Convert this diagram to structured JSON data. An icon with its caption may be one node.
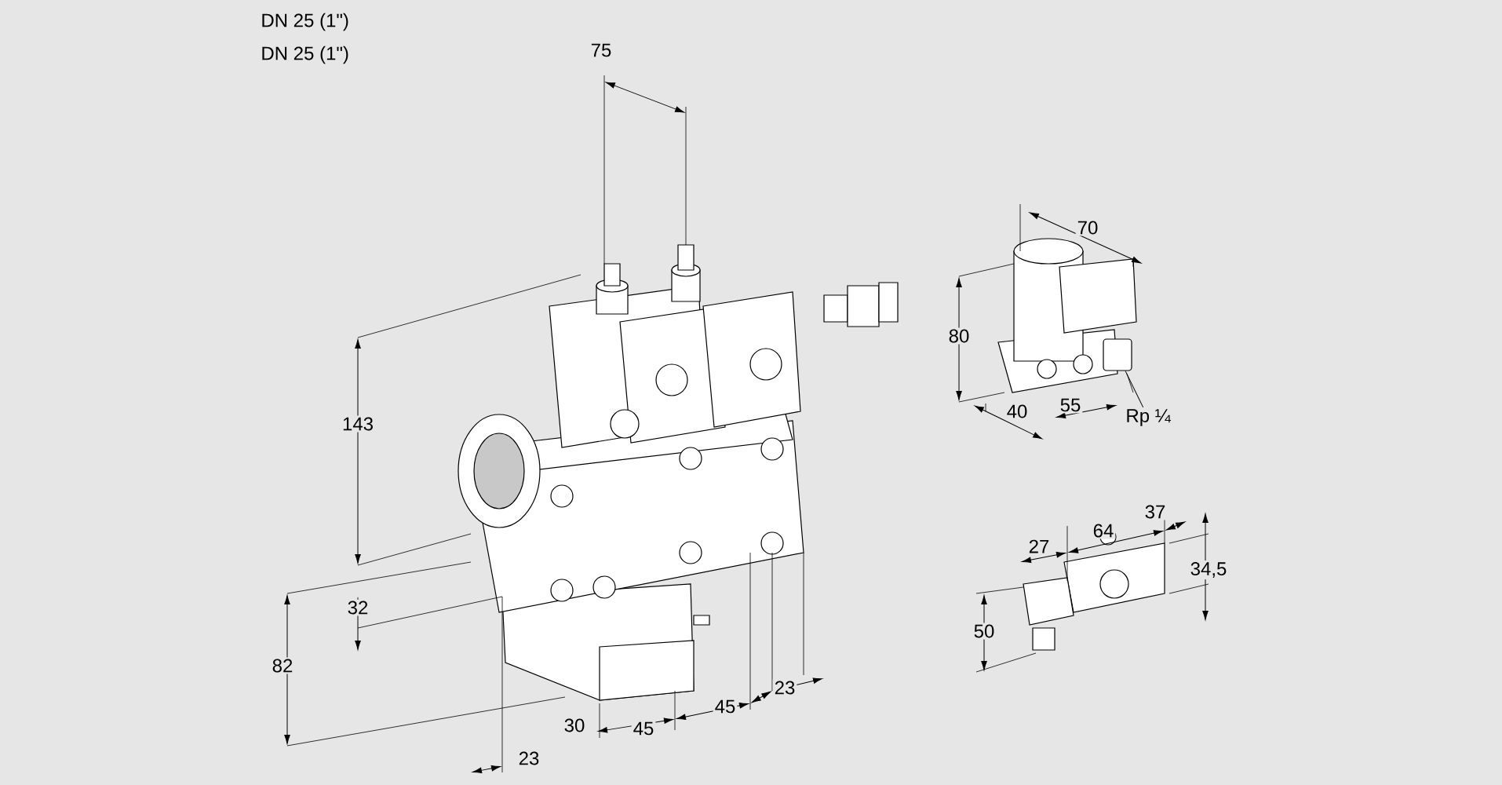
{
  "diagram": {
    "nodes": [
      {
        "text": [
          "Rp ¼"
        ]
      },
      {
        "text": [],
        "shape": "box"
      }
    ],
    "edges": [
      {
        "from": 0,
        "to": 1,
        "arrow": "none"
      }
    ],
    "labels": [
      "DN 25 (1\")",
      "DN 25 (1\")",
      "75",
      "143",
      "32",
      "82",
      "23",
      "30",
      "45",
      "45",
      "23",
      "70",
      "80",
      "40",
      "55",
      "27",
      "64",
      "37",
      "34,5",
      "50"
    ]
  }
}
